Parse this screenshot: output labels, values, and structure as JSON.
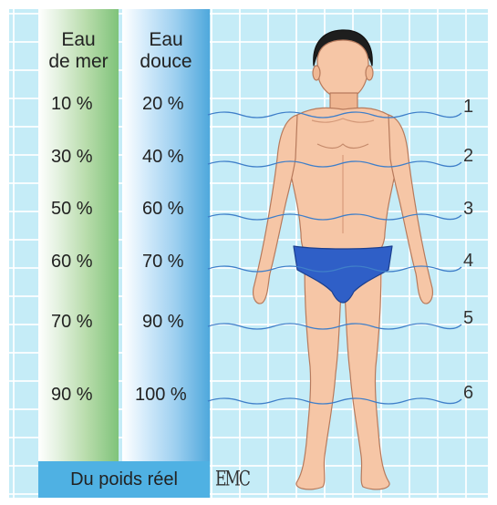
{
  "columns": {
    "sea_water": {
      "header": [
        "Eau",
        "de mer"
      ],
      "values": [
        "10 %",
        "30 %",
        "50 %",
        "60 %",
        "70 %",
        "90 %"
      ]
    },
    "fresh_water": {
      "header": [
        "Eau",
        "douce"
      ],
      "values": [
        "20 %",
        "40 %",
        "60 %",
        "70 %",
        "90 %",
        "100 %"
      ]
    }
  },
  "levels": [
    "1",
    "2",
    "3",
    "4",
    "5",
    "6"
  ],
  "footer_label": "Du poids réel",
  "logo_text": "EMC",
  "colors": {
    "background": "#c5ecf7",
    "sea_column": "#7fc37a",
    "fresh_column": "#4fa8dc",
    "footer": "#4fb1e3",
    "skin": "#f6c6a6",
    "swimsuit": "#2f5fc7",
    "water_line": "#3f7fc9"
  }
}
